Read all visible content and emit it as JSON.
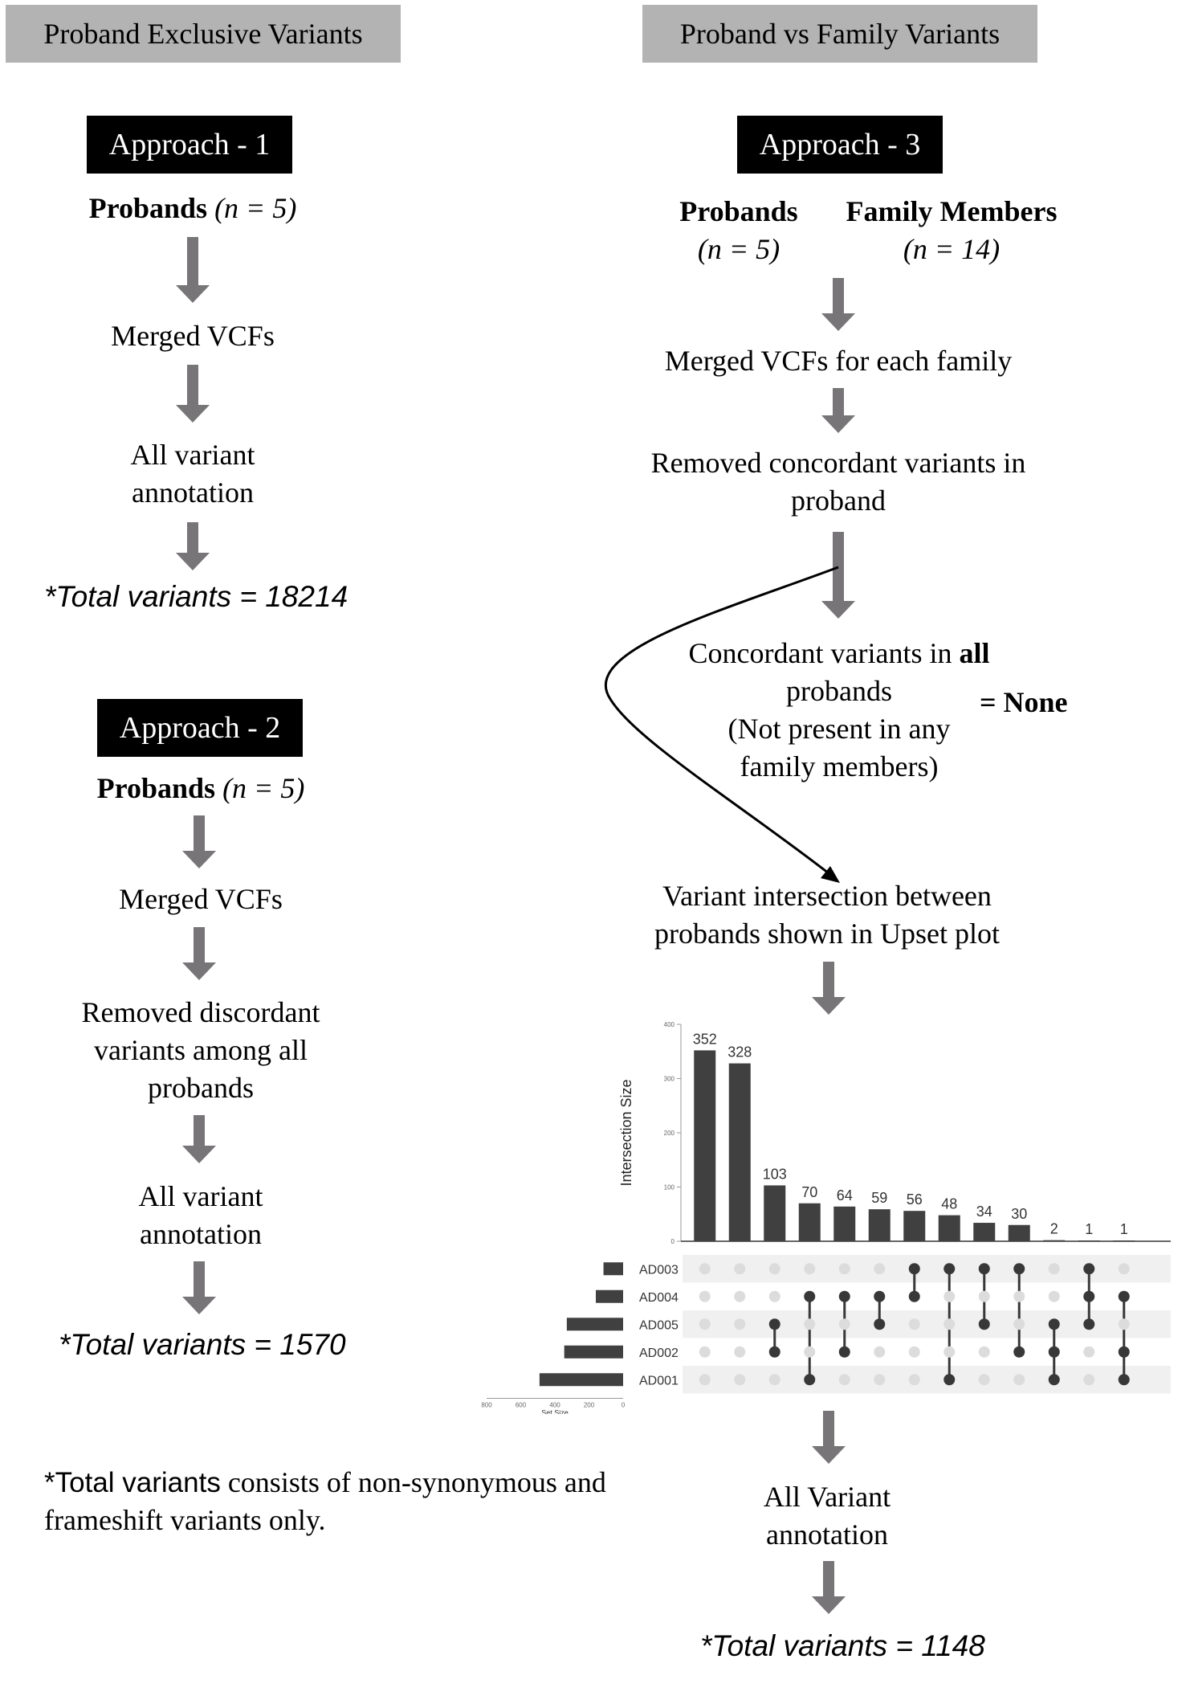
{
  "left": {
    "header": "Proband Exclusive Variants",
    "approach1": {
      "title": "Approach - 1",
      "probands_bold": "Probands",
      "probands_n": "(n = 5)",
      "steps": [
        "Merged VCFs",
        "All variant",
        "annotation"
      ],
      "total": "*Total variants = 18214"
    },
    "approach2": {
      "title": "Approach - 2",
      "probands_bold": "Probands",
      "probands_n": "(n = 5)",
      "merged": "Merged VCFs",
      "removed": [
        "Removed discordant",
        "variants among all",
        "probands"
      ],
      "annotation": [
        "All variant",
        "annotation"
      ],
      "total": "*Total variants = 1570"
    },
    "footnote": {
      "prefix": "*Total variants",
      "rest1": " consists of non-synonymous and",
      "rest2": "frameshift variants only."
    }
  },
  "right": {
    "header": "Proband vs Family Variants",
    "approach3": {
      "title": "Approach - 3",
      "probands_bold": "Probands",
      "probands_n": "(n = 5)",
      "family_bold": "Family Members",
      "family_n": "(n = 14)",
      "merged": "Merged VCFs for each family",
      "removed": [
        "Removed concordant variants in",
        "proband"
      ],
      "concordant_pre": "Concordant variants in ",
      "concordant_bold": "all",
      "concordant_lines": [
        "probands",
        "(Not present in any",
        "family members)"
      ],
      "none": "= None",
      "intersection": [
        "Variant intersection between",
        "probands shown in Upset plot"
      ],
      "annotation": [
        "All Variant",
        "annotation"
      ],
      "total": "*Total variants = 1148"
    }
  },
  "chart_data": {
    "type": "bar",
    "subtype": "upset",
    "ylabel": "Intersection Size",
    "ylim": [
      0,
      400
    ],
    "yticks": [
      "0",
      "100",
      "200",
      "300",
      "400"
    ],
    "values": [
      352,
      328,
      103,
      70,
      64,
      59,
      56,
      48,
      34,
      30,
      2,
      1,
      1
    ],
    "sets": [
      "AD003",
      "AD004",
      "AD005",
      "AD002",
      "AD001"
    ],
    "set_size_xlabel": "Set Size",
    "set_size_ticks": [
      "800",
      "600",
      "400",
      "200",
      "0"
    ],
    "set_size_xlim": [
      0,
      800
    ],
    "set_sizes": [
      115,
      160,
      330,
      345,
      490
    ],
    "matrix": [
      [
        0,
        0,
        0,
        0,
        0
      ],
      [
        0,
        0,
        0,
        0,
        0
      ],
      [
        0,
        0,
        1,
        1,
        0
      ],
      [
        0,
        1,
        0,
        0,
        1
      ],
      [
        0,
        1,
        0,
        1,
        0
      ],
      [
        0,
        1,
        1,
        0,
        0
      ],
      [
        1,
        1,
        0,
        0,
        0
      ],
      [
        1,
        0,
        0,
        0,
        1
      ],
      [
        1,
        0,
        1,
        0,
        0
      ],
      [
        1,
        0,
        0,
        1,
        0
      ],
      [
        0,
        0,
        1,
        1,
        1
      ],
      [
        1,
        1,
        1,
        0,
        0
      ],
      [
        0,
        1,
        0,
        1,
        1
      ]
    ],
    "matrix_note": "",
    "colors": {
      "bar": "#404040",
      "dot_on": "#383838",
      "dot_off": "#dcdcdc",
      "band": "#f0f0f0"
    }
  }
}
